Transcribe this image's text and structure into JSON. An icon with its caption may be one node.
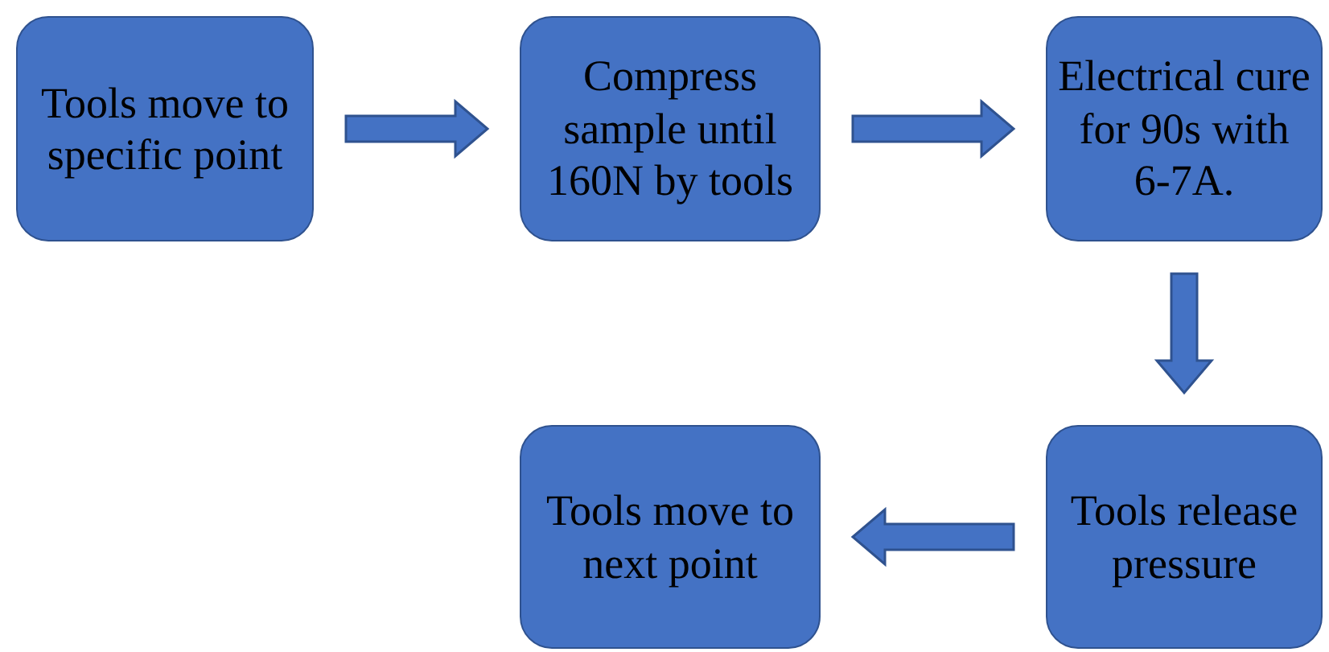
{
  "diagram": {
    "nodes": [
      {
        "text": [
          "Tools move to specific point"
        ]
      },
      {
        "text": [
          "Compress sample until 160N by tools"
        ]
      },
      {
        "text": [
          "Electrical cure for 90s with 6-7A."
        ]
      },
      {
        "text": [
          "Tools release pressure"
        ]
      },
      {
        "text": [
          "Tools move to next point"
        ]
      }
    ],
    "edges": [
      {
        "from": 0,
        "to": 1,
        "arrow": "to"
      },
      {
        "from": 1,
        "to": 2,
        "arrow": "to"
      },
      {
        "from": 2,
        "to": 3,
        "arrow": "to"
      },
      {
        "from": 3,
        "to": 4,
        "arrow": "to"
      }
    ]
  }
}
